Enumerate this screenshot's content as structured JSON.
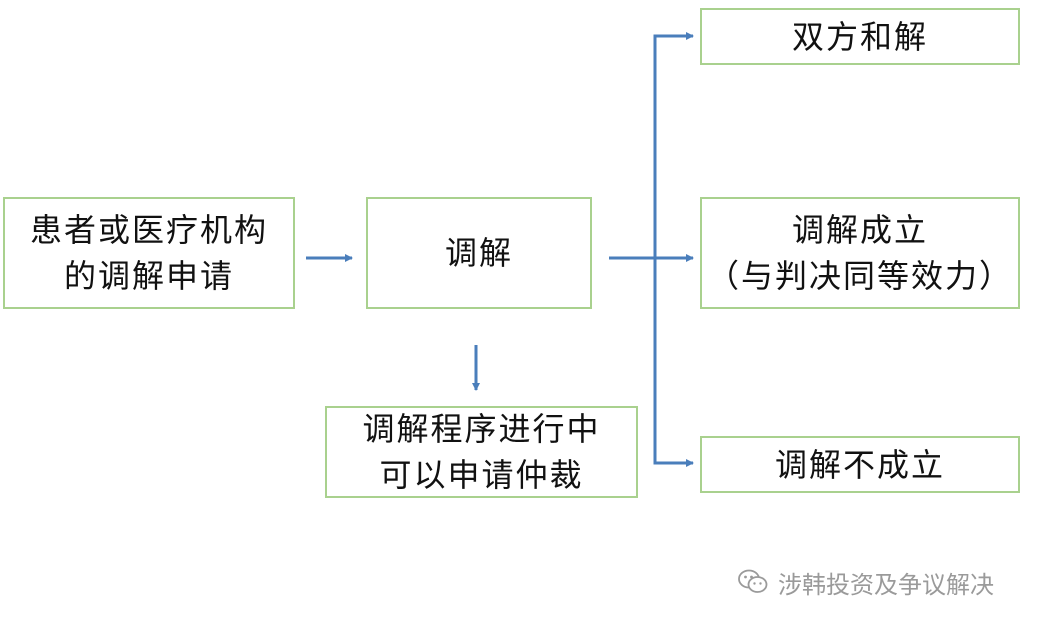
{
  "nodes": {
    "applicant": [
      "患者或医疗机构",
      "的调解申请"
    ],
    "mediation": [
      "调解"
    ],
    "arbitration": [
      "调解程序进行中",
      "可以申请仲裁"
    ],
    "settle": [
      "双方和解"
    ],
    "success": [
      "调解成立",
      "（与判决同等效力）"
    ],
    "fail": [
      "调解不成立"
    ]
  },
  "colors": {
    "box_border": "#a9d18e",
    "arrow": "#4a7ebb",
    "text": "#111111",
    "watermark": "#9a9a9a"
  },
  "watermark": {
    "text": "涉韩投资及争议解决",
    "icon": "wechat-icon"
  }
}
